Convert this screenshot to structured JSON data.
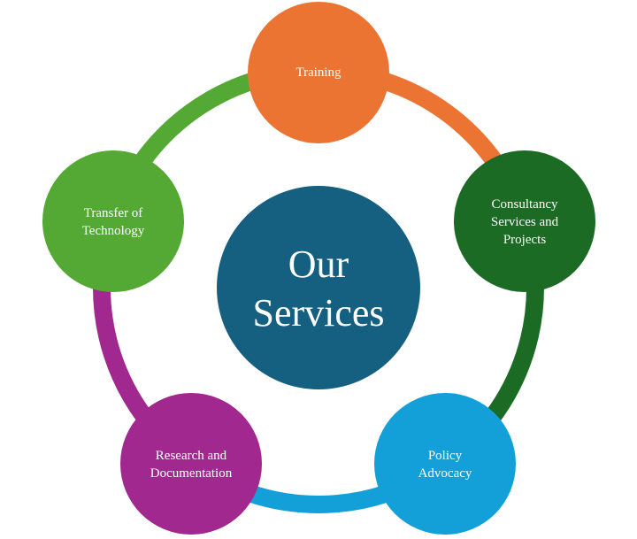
{
  "center": {
    "lines": [
      "Our",
      "Services"
    ],
    "color": "#155F80"
  },
  "nodes": [
    {
      "id": "training",
      "lines": [
        "Training"
      ],
      "color": "#EC7433",
      "ring_color": "#EC7433"
    },
    {
      "id": "consultancy",
      "lines": [
        "Consultancy",
        "Services and",
        "Projects"
      ],
      "color": "#1B6B24",
      "ring_color": "#1B6B24"
    },
    {
      "id": "policy",
      "lines": [
        "Policy",
        "Advocacy"
      ],
      "color": "#139FD7",
      "ring_color": "#139FD7"
    },
    {
      "id": "research",
      "lines": [
        "Research and",
        "Documentation"
      ],
      "color": "#A1288F",
      "ring_color": "#A1288F"
    },
    {
      "id": "transfer",
      "lines": [
        "Transfer of",
        "Technology"
      ],
      "color": "#53A934",
      "ring_color": "#53A934"
    }
  ]
}
